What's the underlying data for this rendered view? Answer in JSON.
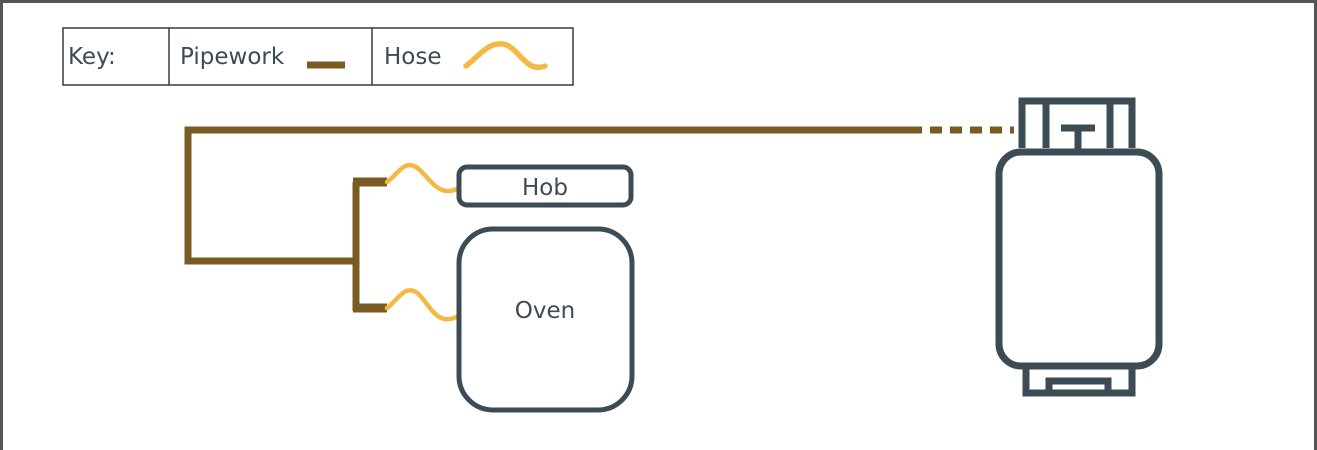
{
  "key": {
    "title": "Key:",
    "pipework_label": "Pipework",
    "hose_label": "Hose"
  },
  "appliances": {
    "hob_label": "Hob",
    "oven_label": "Oven"
  },
  "colors": {
    "pipework": "#7a5c22",
    "hose": "#f4b942",
    "outline": "#3d4b55",
    "frame": "#555555"
  },
  "icons": {
    "cylinder": "gas-cylinder-icon"
  }
}
